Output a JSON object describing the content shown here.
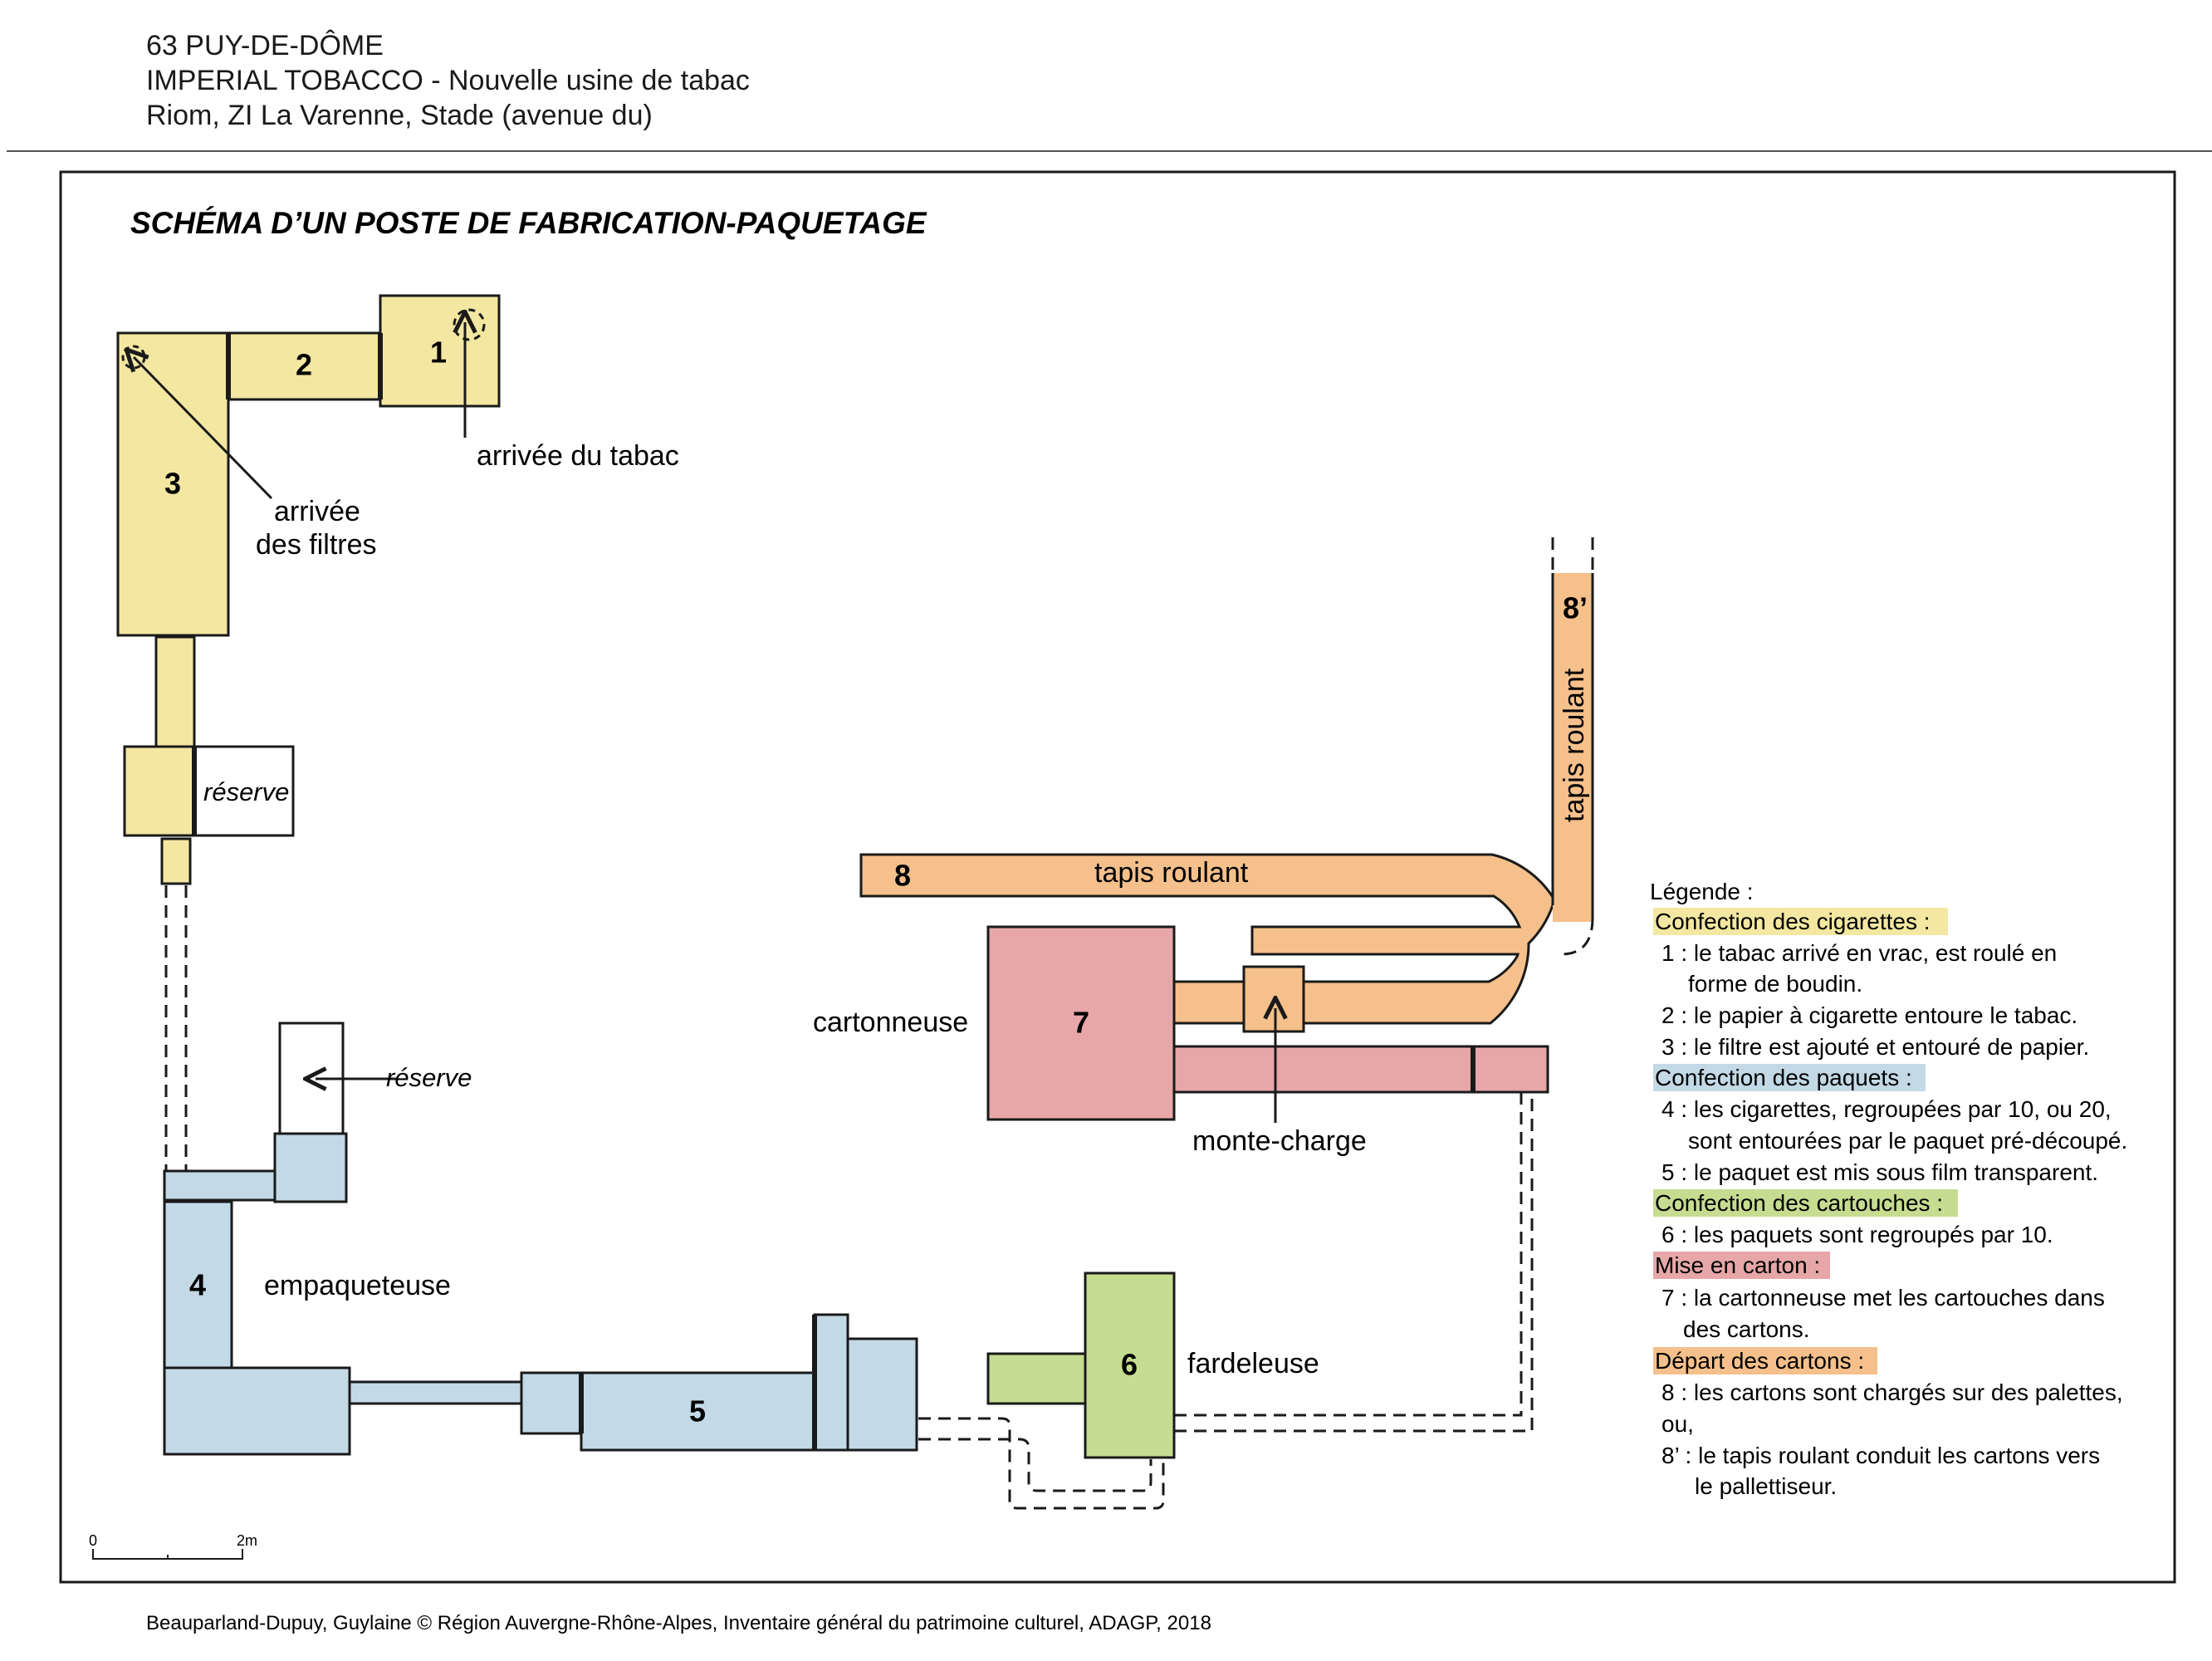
{
  "header": {
    "line1": "63 PUY-DE-DÔME",
    "line2": "IMPERIAL TOBACCO - Nouvelle usine de tabac",
    "line3": "Riom, ZI La Varenne, Stade (avenue du)"
  },
  "title": "SCHÉMA D’UN POSTE DE FABRICATION-PAQUETAGE",
  "machines": {
    "m1": "1",
    "m2": "2",
    "m3": "3",
    "m4": "4",
    "m5": "5",
    "m6": "6",
    "m7": "7",
    "m8": "8",
    "m8p": "8’"
  },
  "labels": {
    "arrivee_tabac": "arrivée du tabac",
    "arrivee_filtres_1": "arrivée",
    "arrivee_filtres_2": "des filtres",
    "reserve_top": "réserve",
    "reserve_mid": "réserve",
    "empaqueteuse": "empaqueteuse",
    "fardeleuse": "fardeleuse",
    "cartonneuse": "cartonneuse",
    "monte_charge": "monte-charge",
    "tapis_horizontal": "tapis roulant",
    "tapis_vertical": "tapis roulant"
  },
  "legend": {
    "title": "Légende :",
    "sections": [
      {
        "heading": "Confection des cigarettes :",
        "color": "#f3e7a1",
        "lines": [
          "1 : le tabac arrivé en vrac, est roulé en",
          "forme de boudin.",
          "2 : le papier à cigarette entoure le tabac.",
          "3 : le filtre est ajouté et entouré de papier."
        ]
      },
      {
        "heading": "Confection des paquets :",
        "color": "#c3d9e6",
        "lines": [
          "4 : les cigarettes, regroupées par 10, ou 20,",
          "sont entourées par le paquet pré-découpé.",
          "5 : le paquet est mis sous film transparent."
        ]
      },
      {
        "heading": "Confection des cartouches :",
        "color": "#c6dc91",
        "lines": [
          "6 : les paquets sont regroupés par 10."
        ]
      },
      {
        "heading": "Mise en carton :",
        "color": "#e7a7a8",
        "lines": [
          "7 : la cartonneuse met les cartouches dans",
          "des cartons."
        ]
      },
      {
        "heading": "Départ des cartons :",
        "color": "#f5c08b",
        "lines": [
          "8 : les cartons sont chargés sur des palettes,",
          "ou,",
          "8’ : le tapis roulant conduit les cartons vers",
          "le pallettiseur."
        ]
      }
    ]
  },
  "scale": {
    "start": "0",
    "end": "2m"
  },
  "credit": "Beauparland-Dupuy, Guylaine © Région Auvergne-Rhône-Alpes, Inventaire général du patrimoine culturel, ADAGP, 2018",
  "colors": {
    "cigarettes": "#f3e7a1",
    "paquets": "#c3d9e6",
    "cartouches": "#c6dc91",
    "carton": "#e7a7a8",
    "depart": "#f5c08b"
  }
}
